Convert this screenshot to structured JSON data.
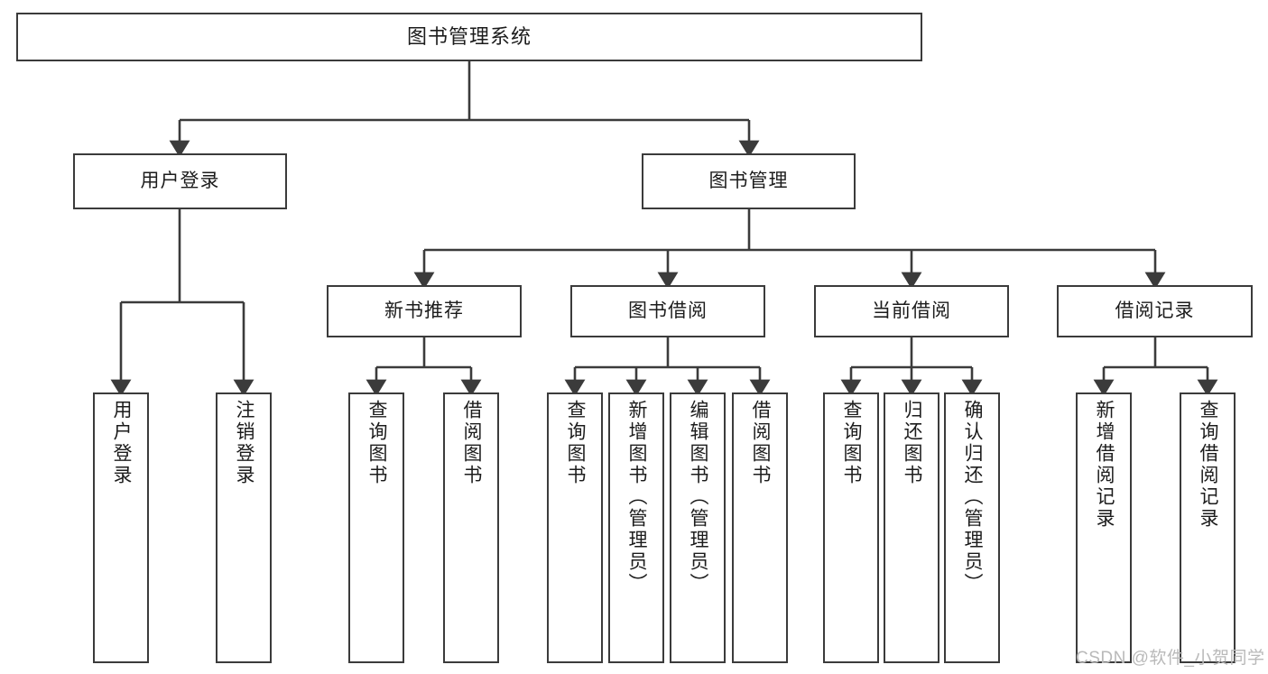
{
  "diagram": {
    "title_text": "图书管理系统",
    "type": "tree-hierarchy-diagram",
    "stroke_color": "#3b3b3b",
    "fill_color": "#ffffff",
    "text_color": "#1c1c1c",
    "levels": {
      "root": {
        "label": "图书管理系统"
      },
      "level2": [
        {
          "label": "用户登录"
        },
        {
          "label": "图书管理"
        }
      ],
      "level3": [
        {
          "label": "新书推荐"
        },
        {
          "label": "图书借阅"
        },
        {
          "label": "当前借阅"
        },
        {
          "label": "借阅记录"
        }
      ],
      "leaves": {
        "user_login": [
          {
            "label": "用户登录"
          },
          {
            "label": "注销登录"
          }
        ],
        "new_book_recommend": [
          {
            "label": "查询图书"
          },
          {
            "label": "借阅图书"
          }
        ],
        "book_borrow": [
          {
            "label": "查询图书"
          },
          {
            "label": "新增图书（管理员）"
          },
          {
            "label": "编辑图书（管理员）"
          },
          {
            "label": "借阅图书"
          }
        ],
        "current_borrow": [
          {
            "label": "查询图书"
          },
          {
            "label": "归还图书"
          },
          {
            "label": "确认归还（管理员）"
          }
        ],
        "borrow_records": [
          {
            "label": "新增借阅记录"
          },
          {
            "label": "查询借阅记录"
          }
        ]
      }
    }
  },
  "watermark": {
    "text": "CSDN @软件_小贺同学"
  }
}
